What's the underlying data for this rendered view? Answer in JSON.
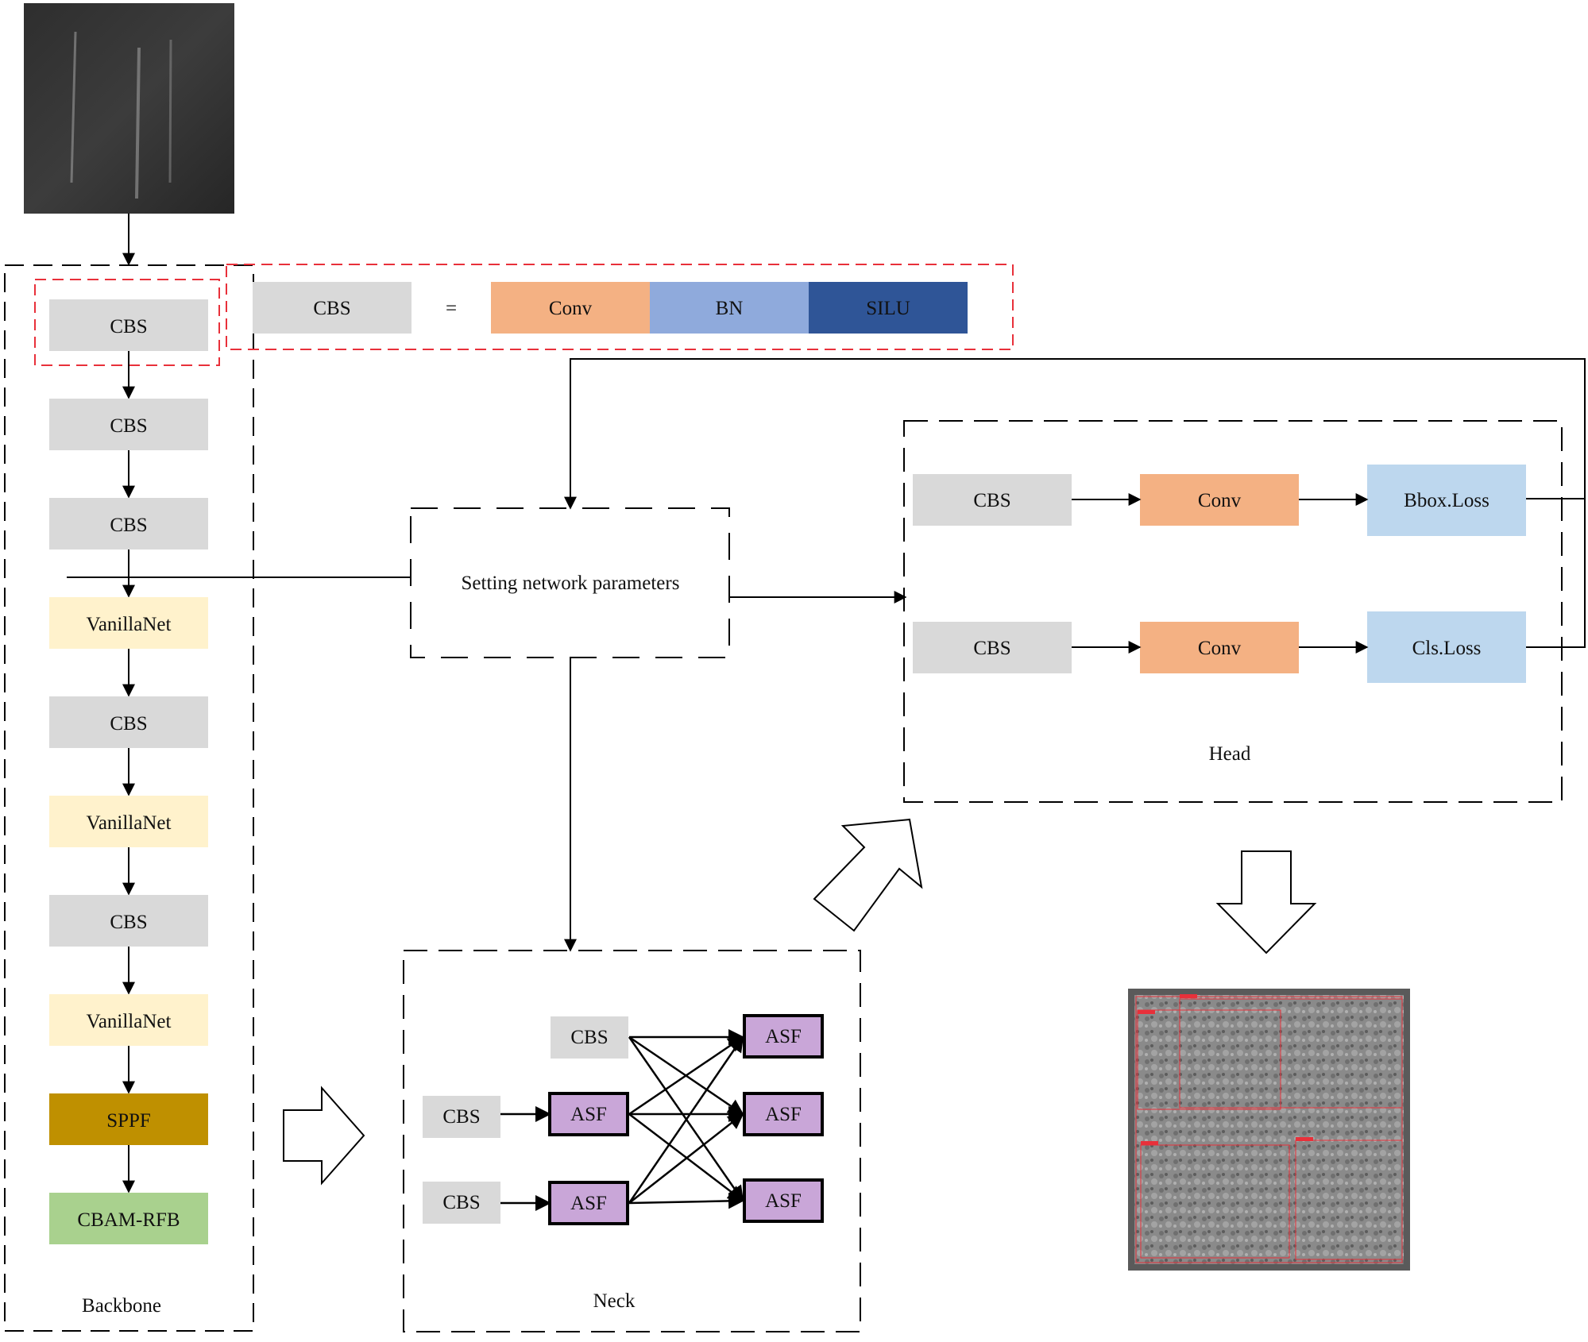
{
  "colors": {
    "cbs": "#d9d9d9",
    "vanilla": "#fff2cc",
    "sppf": "#bf9000",
    "cbam": "#a9d18e",
    "conv": "#f4b183",
    "bn": "#8faadc",
    "silu": "#2f5597",
    "loss": "#bdd7ee",
    "asf": "#c9a6d8",
    "red_dash": "#e8303a"
  },
  "backbone": {
    "label": "Backbone",
    "blocks": [
      {
        "label": "CBS",
        "kind": "cbs"
      },
      {
        "label": "CBS",
        "kind": "cbs"
      },
      {
        "label": "CBS",
        "kind": "cbs"
      },
      {
        "label": "VanillaNet",
        "kind": "vanilla"
      },
      {
        "label": "CBS",
        "kind": "cbs"
      },
      {
        "label": "VanillaNet",
        "kind": "vanilla"
      },
      {
        "label": "CBS",
        "kind": "cbs"
      },
      {
        "label": "VanillaNet",
        "kind": "vanilla"
      },
      {
        "label": "SPPF",
        "kind": "sppf"
      },
      {
        "label": "CBAM-RFB",
        "kind": "cbam"
      }
    ]
  },
  "legend": {
    "cbs": "CBS",
    "equals": "=",
    "conv": "Conv",
    "bn": "BN",
    "silu": "SILU"
  },
  "params": {
    "label": "Setting network parameters"
  },
  "head": {
    "label": "Head",
    "row1": {
      "cbs": "CBS",
      "conv": "Conv",
      "loss": "Bbox.Loss"
    },
    "row2": {
      "cbs": "CBS",
      "conv": "Conv",
      "loss": "Cls.Loss"
    }
  },
  "neck": {
    "label": "Neck",
    "cbs_top": "CBS",
    "cbs_mid": "CBS",
    "cbs_bot": "CBS",
    "asf_mid": "ASF",
    "asf_bot": "ASF",
    "asf_out1": "ASF",
    "asf_out2": "ASF",
    "asf_out3": "ASF"
  }
}
